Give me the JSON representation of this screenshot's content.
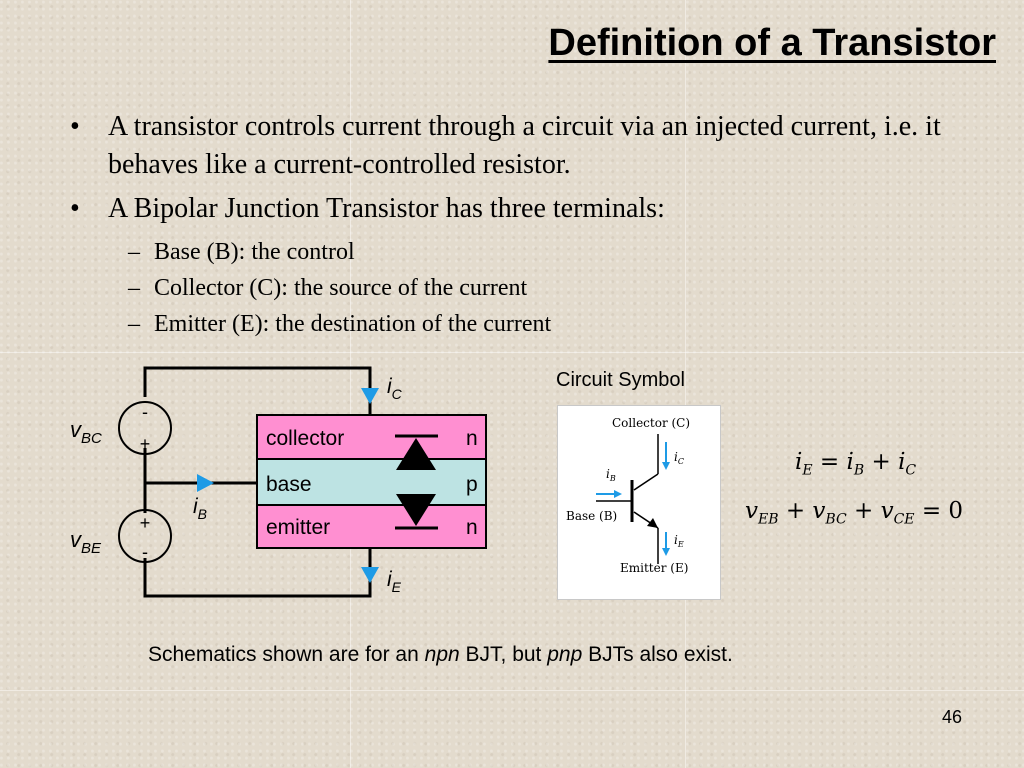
{
  "title": "Definition of a Transistor",
  "bullets": [
    {
      "text": "A transistor controls current through a circuit via an injected current, i.e. it behaves like a current-controlled resistor.",
      "subs": []
    },
    {
      "text": "A Bipolar Junction Transistor has three terminals:",
      "subs": [
        "Base (B): the control",
        "Collector (C): the source of the current",
        "Emitter (E): the destination of the current"
      ]
    }
  ],
  "bullet_glyph": "•",
  "dash_glyph": "–",
  "schematic": {
    "regions": [
      {
        "label": "collector",
        "type": "n",
        "color": "#ff8fd1"
      },
      {
        "label": "base",
        "type": "p",
        "color": "#bde3e3"
      },
      {
        "label": "emitter",
        "type": "n",
        "color": "#ff8fd1"
      }
    ],
    "v_bc": {
      "base": "v",
      "sub": "BC",
      "top_sign": "-",
      "bottom_sign": "+"
    },
    "v_be": {
      "base": "v",
      "sub": "BE",
      "top_sign": "+",
      "bottom_sign": "-"
    },
    "i_c": {
      "base": "i",
      "sub": "C"
    },
    "i_b": {
      "base": "i",
      "sub": "B"
    },
    "i_e": {
      "base": "i",
      "sub": "E"
    },
    "arrow_color": "#1e9be6"
  },
  "symbol": {
    "caption": "Circuit Symbol",
    "collector_label": "Collector (C)",
    "base_label": "Base (B)",
    "emitter_label": "Emitter (E)",
    "i_c": "C",
    "i_b": "B",
    "i_e": "E"
  },
  "equations": {
    "eq1": {
      "lhs": "i",
      "lhs_sub": "E",
      "rest": [
        {
          "op": " = ",
          "v": "i",
          "s": "B"
        },
        {
          "op": " + ",
          "v": "i",
          "s": "C"
        }
      ]
    },
    "eq2": {
      "terms": [
        {
          "v": "v",
          "s": "EB"
        },
        {
          "op": " + ",
          "v": "v",
          "s": "BC"
        },
        {
          "op": " + ",
          "v": "v",
          "s": "CE"
        }
      ],
      "tail": " = 0"
    }
  },
  "note": {
    "pre": "Schematics shown are for an ",
    "em1": "npn",
    "mid": " BJT, but ",
    "em2": "pnp",
    "post": " BJTs also exist."
  },
  "page_number": "46"
}
